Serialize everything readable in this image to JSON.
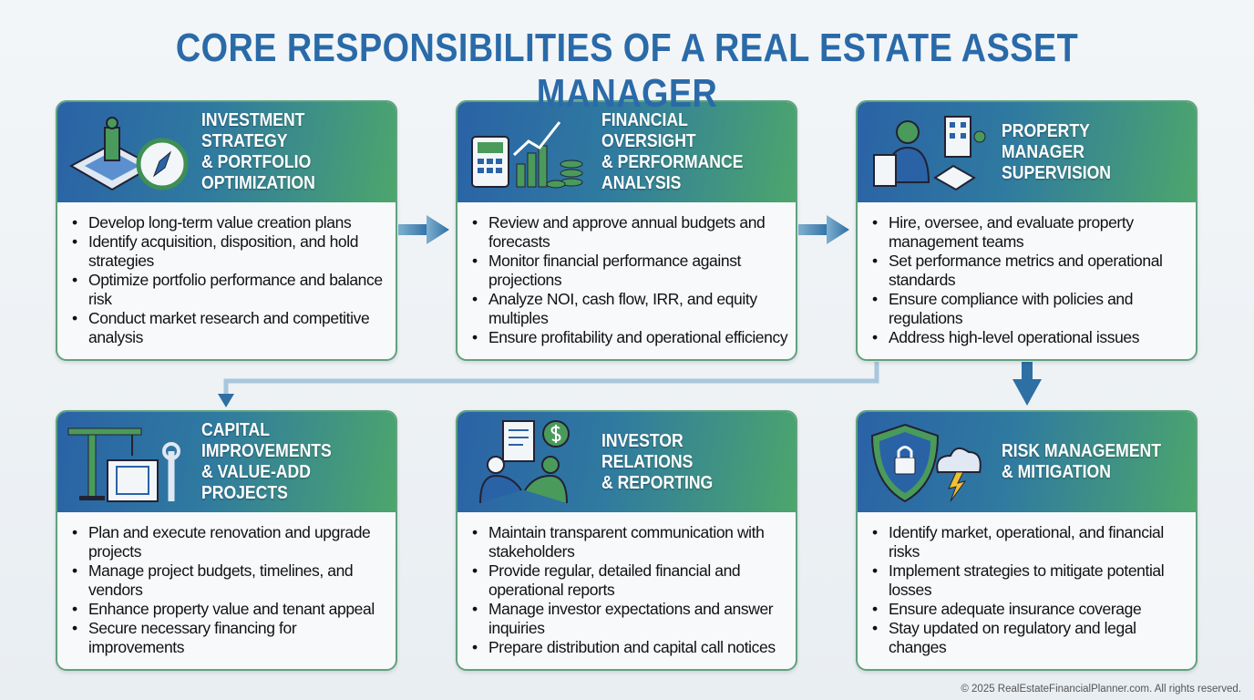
{
  "title": "CORE RESPONSIBILITIES OF A REAL ESTATE ASSET MANAGER",
  "cards": [
    {
      "title": [
        "INVESTMENT STRATEGY",
        "& PORTFOLIO",
        "OPTIMIZATION"
      ],
      "icon": "chess-compass-icon",
      "items": [
        "Develop long-term value creation plans",
        "Identify acquisition, disposition, and hold strategies",
        "Optimize portfolio performance and balance risk",
        "Conduct market research and competitive analysis"
      ]
    },
    {
      "title": [
        "FINANCIAL OVERSIGHT",
        "& PERFORMANCE",
        "ANALYSIS"
      ],
      "icon": "calculator-chart-icon",
      "items": [
        "Review and approve annual budgets and forecasts",
        "Monitor financial performance against projections",
        "Analyze NOI, cash flow, IRR, and equity multiples",
        "Ensure profitability and operational efficiency"
      ]
    },
    {
      "title": [
        "PROPERTY MANAGER",
        "SUPERVISION"
      ],
      "icon": "manager-building-icon",
      "items": [
        "Hire, oversee, and evaluate property management teams",
        "Set performance metrics and operational standards",
        "Ensure compliance with policies and regulations",
        "Address high-level operational issues"
      ]
    },
    {
      "title": [
        "CAPITAL IMPROVEMENTS",
        "& VALUE-ADD PROJECTS"
      ],
      "icon": "crane-blueprint-icon",
      "items": [
        "Plan and execute renovation and upgrade projects",
        "Manage project budgets, timelines, and vendors",
        "Enhance property value and tenant appeal",
        "Secure necessary financing for improvements"
      ]
    },
    {
      "title": [
        "INVESTOR RELATIONS",
        "& REPORTING"
      ],
      "icon": "handshake-report-icon",
      "items": [
        "Maintain transparent communication with stakeholders",
        "Provide regular, detailed financial and operational reports",
        "Manage investor expectations and answer inquiries",
        "Prepare distribution and capital call notices"
      ]
    },
    {
      "title": [
        "RISK MANAGEMENT",
        "& MITIGATION"
      ],
      "icon": "shield-storm-icon",
      "items": [
        "Identify market, operational, and financial risks",
        "Implement strategies to mitigate potential losses",
        "Ensure adequate insurance coverage",
        "Stay updated on regulatory and legal changes"
      ]
    }
  ],
  "footer": "© 2025 RealEstateFinancialPlanner.com. All rights reserved.",
  "colors": {
    "title": "#2a6aa8",
    "header_start": "#2a62a6",
    "header_end": "#4ca66c",
    "border": "#5fa27e",
    "arrow": "#2e6fa4"
  }
}
